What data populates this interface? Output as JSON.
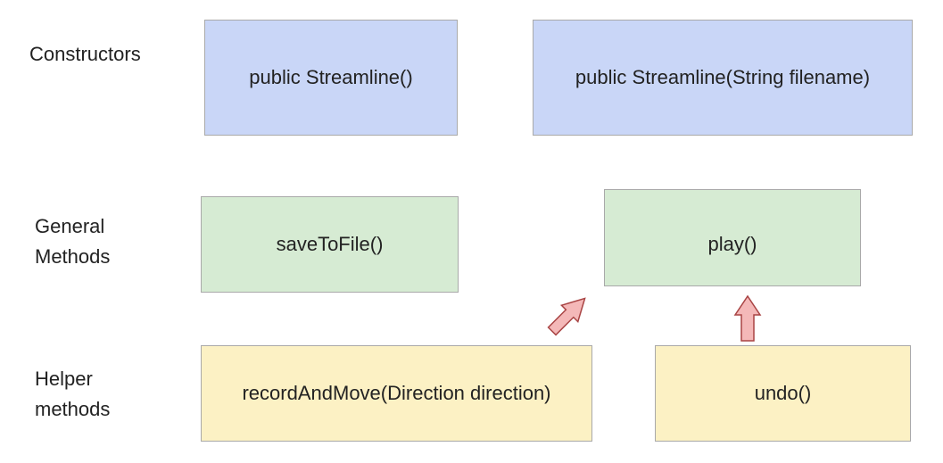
{
  "rows": {
    "constructors": {
      "label_lines": [
        "Constructors"
      ],
      "boxes": [
        "public Streamline()",
        "public Streamline(String filename)"
      ]
    },
    "general_methods": {
      "label_lines": [
        "General",
        "Methods"
      ],
      "boxes": [
        "saveToFile()",
        "play()"
      ]
    },
    "helper_methods": {
      "label_lines": [
        "Helper",
        "methods"
      ],
      "boxes": [
        "recordAndMove(Direction direction)",
        "undo()"
      ]
    }
  },
  "connections": [
    {
      "from": "recordAndMove(Direction direction)",
      "to": "play()"
    },
    {
      "from": "undo()",
      "to": "play()"
    }
  ],
  "colors": {
    "constructor_fill": "#c9d6f7",
    "general_fill": "#d6ebd3",
    "helper_fill": "#fcf1c4",
    "box_border": "#a9a9a9",
    "arrow_fill": "#f4b8b8",
    "arrow_stroke": "#a94444"
  }
}
